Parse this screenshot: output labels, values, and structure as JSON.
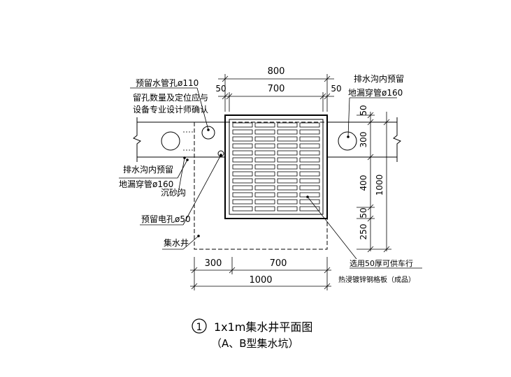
{
  "dimensions": {
    "top_total": "800",
    "top_left_edge": "50",
    "top_middle": "700",
    "top_right_edge": "50",
    "right_50_top": "50",
    "right_300": "300",
    "right_400": "400",
    "right_50_bottom": "50",
    "right_250": "250",
    "right_total": "1000",
    "bottom_left": "300",
    "bottom_middle": "700",
    "bottom_total": "1000"
  },
  "labels": {
    "reserved_pipe_hole_line1": "预留水管孔ø110",
    "reserved_pipe_hole_line2": "留孔数量及定位应与",
    "reserved_pipe_hole_line3": "设备专业设计师确认",
    "drain_sleeve_right_line1": "排水沟内预留",
    "drain_sleeve_right_line2": "地漏穿管ø160",
    "drain_sleeve_left_line1": "排水沟内预留",
    "drain_sleeve_left_line2": "地漏穿管ø160",
    "sand_trap": "沉砂沟",
    "electric_hole": "预留电孔ø50",
    "sump_well": "集水井",
    "grating_line1": "选用50厚可供车行",
    "grating_line2": "热浸镀锌钢格板（成品）"
  },
  "title": {
    "number": "1",
    "main": "1x1m集水井平面图",
    "sub": "（A、B型集水坑）"
  }
}
